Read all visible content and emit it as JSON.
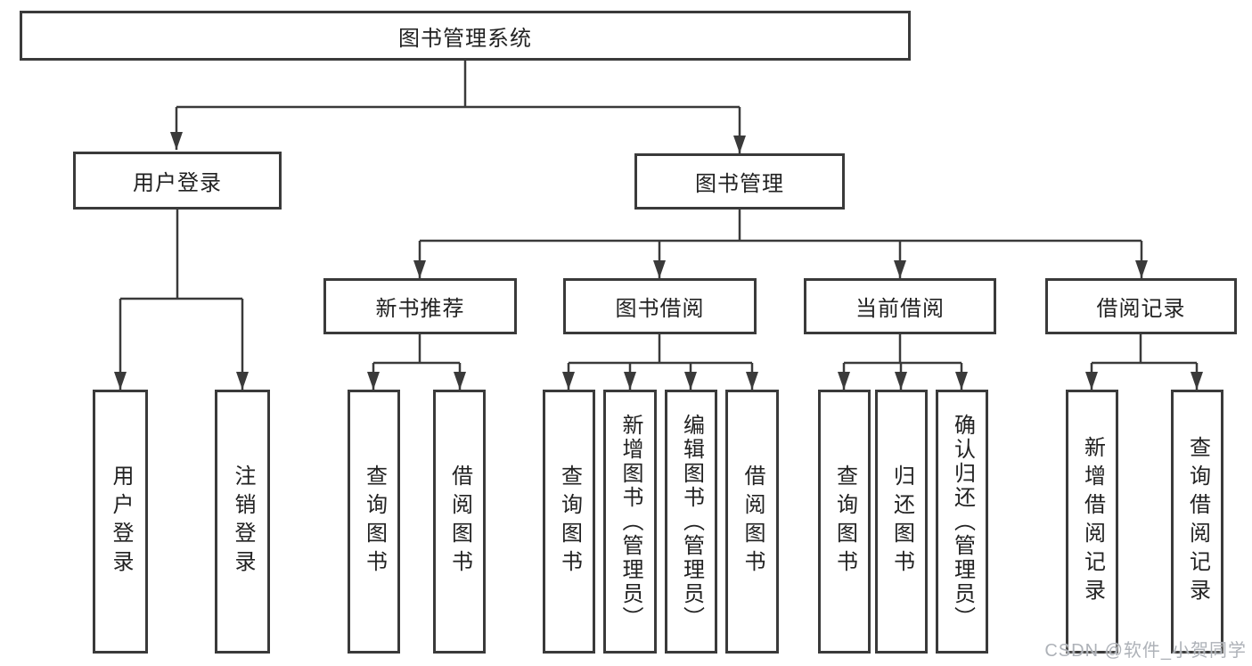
{
  "colors": {
    "line": "#3a3a3a",
    "box_border": "#3a3a3a",
    "text": "#222222",
    "watermark": "#aeb2b8"
  },
  "watermark": "CSDN @软件_小贺同学",
  "nodes": {
    "root": "图书管理系统",
    "user_login_group": "用户登录",
    "book_management": "图书管理",
    "new_book_recommend": "新书推荐",
    "book_borrowing": "图书借阅",
    "current_borrowing": "当前借阅",
    "borrowing_records": "借阅记录",
    "user_login": "用户登录",
    "logout": "注销登录",
    "nb_query_books": "查询图书",
    "nb_borrow_books": "借阅图书",
    "bb_query_books": "查询图书",
    "bb_add_books_admin": "新增图书（管理员）",
    "bb_edit_books_admin": "编辑图书（管理员）",
    "bb_borrow_books": "借阅图书",
    "cb_query_books": "查询图书",
    "cb_return_books": "归还图书",
    "cb_confirm_return_admin": "确认归还（管理员）",
    "br_add_record": "新增借阅记录",
    "br_query_record": "查询借阅记录"
  }
}
